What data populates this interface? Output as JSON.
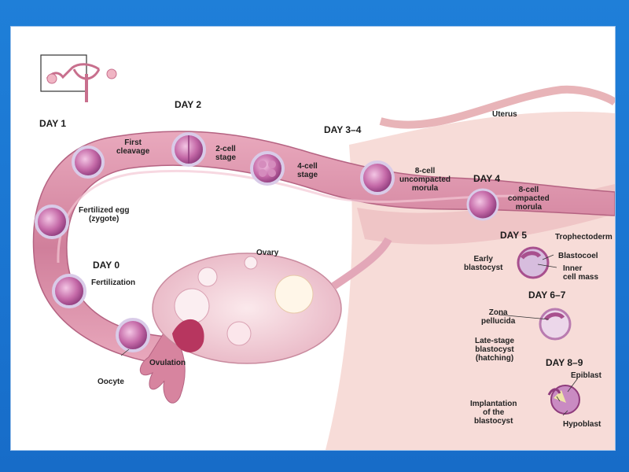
{
  "days": {
    "d0": "DAY 0",
    "d1": "DAY 1",
    "d2": "DAY 2",
    "d34": "DAY 3–4",
    "d4": "DAY 4",
    "d5": "DAY 5",
    "d67": "DAY 6–7",
    "d89": "DAY 8–9"
  },
  "labels": {
    "uterus": "Uterus",
    "ovary": "Ovary",
    "oocyte": "Oocyte",
    "ovulation": "Ovulation",
    "fertilization": "Fertilization",
    "fertilized_egg_1": "Fertilized egg",
    "fertilized_egg_2": "(zygote)",
    "first_cleavage_1": "First",
    "first_cleavage_2": "cleavage",
    "two_cell_1": "2-cell",
    "two_cell_2": "stage",
    "four_cell_1": "4-cell",
    "four_cell_2": "stage",
    "eight_unc_1": "8-cell",
    "eight_unc_2": "uncompacted",
    "eight_unc_3": "morula",
    "eight_comp_1": "8-cell",
    "eight_comp_2": "compacted",
    "eight_comp_3": "morula",
    "trophectoderm": "Trophectoderm",
    "blastocoel": "Blastocoel",
    "inner_1": "Inner",
    "inner_2": "cell mass",
    "early_1": "Early",
    "early_2": "blastocyst",
    "zona_1": "Zona",
    "zona_2": "pellucida",
    "late_1": "Late-stage",
    "late_2": "blastocyst",
    "late_3": "(hatching)",
    "epiblast": "Epiblast",
    "hypoblast": "Hypoblast",
    "impl_1": "Implantation",
    "impl_2": "of the",
    "impl_3": "blastocyst"
  },
  "colors": {
    "slide_background": "#1a74d0",
    "tissue_light": "#f6d9d6",
    "tissue_pink": "#e6a7b4",
    "tube_dark": "#c86f8d",
    "embryo_purple": "#a8508e"
  }
}
